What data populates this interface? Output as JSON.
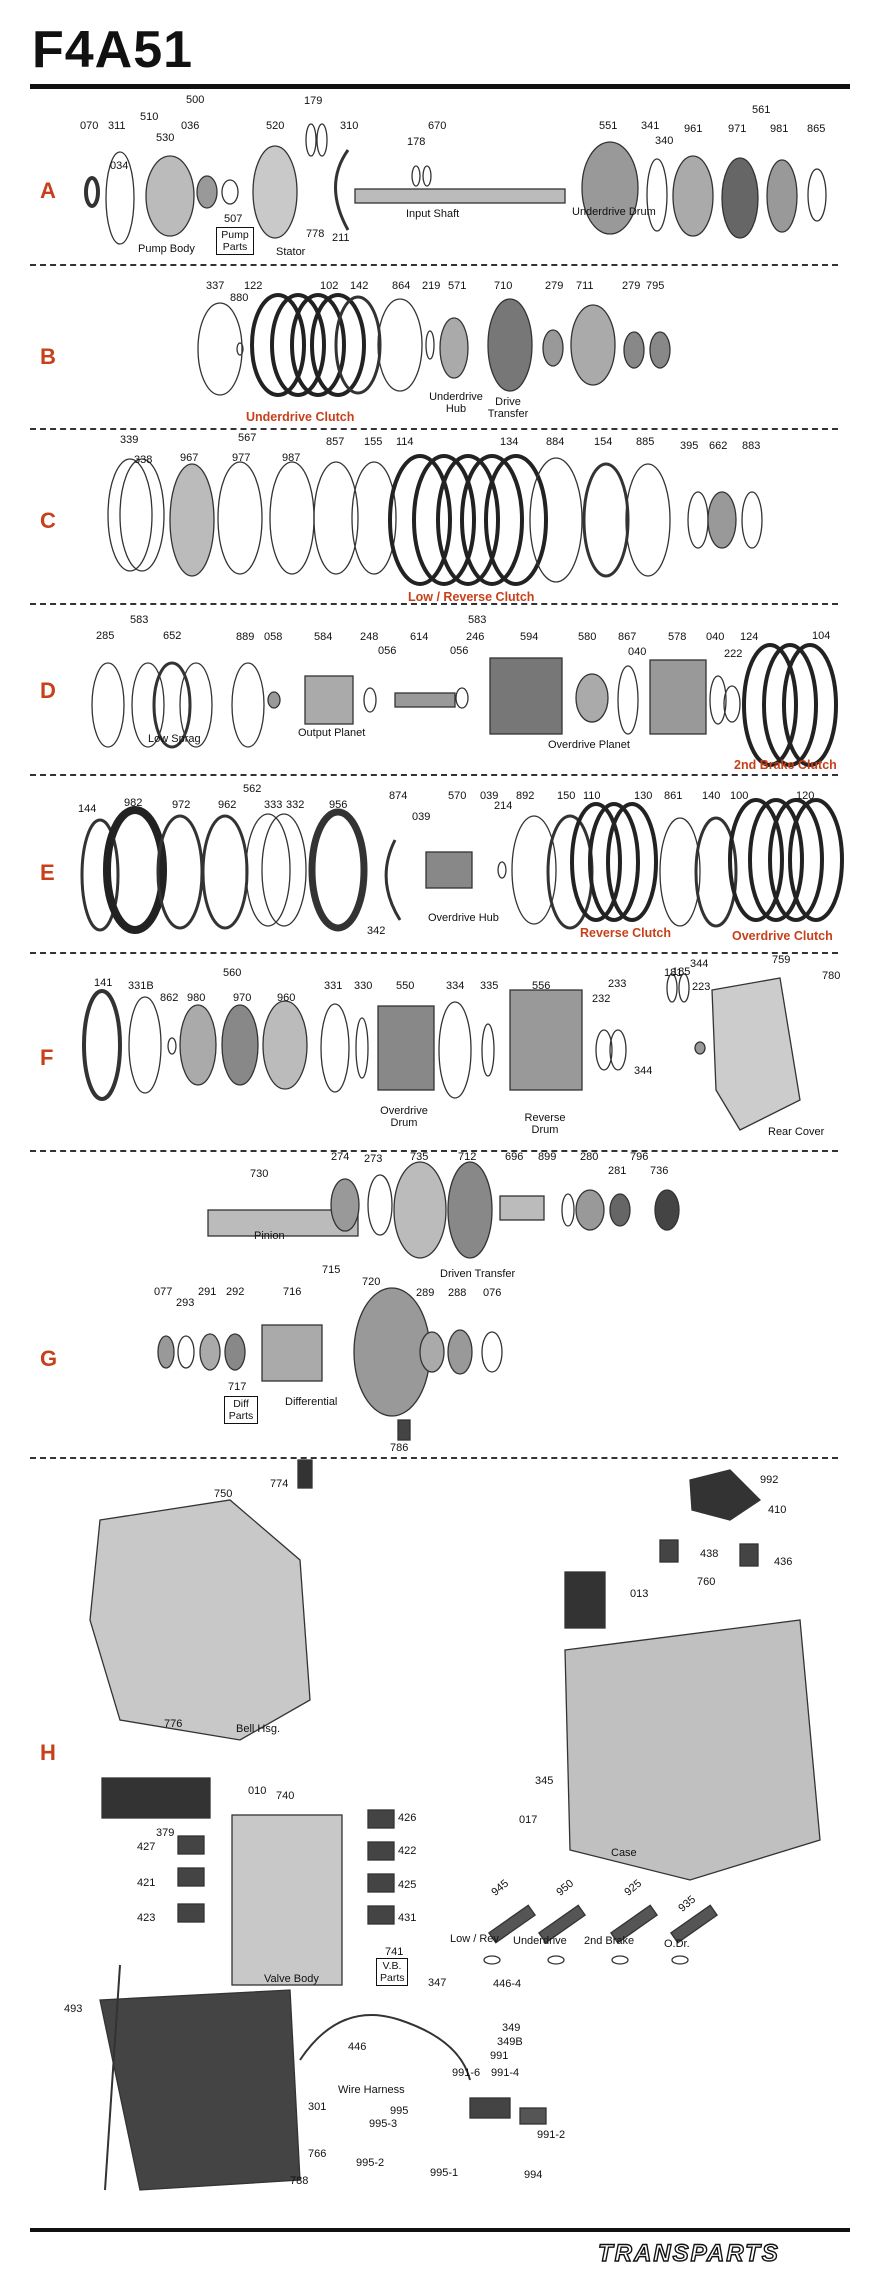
{
  "title": "F4A51",
  "brand": "TRANSPARTS",
  "colors": {
    "accent_red": "#c8401a",
    "ink": "#111111"
  },
  "sections": {
    "A": "A",
    "B": "B",
    "C": "C",
    "D": "D",
    "E": "E",
    "F": "F",
    "G": "G",
    "H": "H"
  },
  "parts": {
    "A": [
      "070",
      "311",
      "500",
      "510",
      "530",
      "036",
      "520",
      "034",
      "507",
      "179",
      "310",
      "670",
      "178",
      "778",
      "211",
      "551",
      "341",
      "340",
      "561",
      "961",
      "971",
      "981",
      "865"
    ],
    "B": [
      "337",
      "880",
      "122",
      "102",
      "142",
      "864",
      "219",
      "571",
      "710",
      "279",
      "711",
      "279",
      "795"
    ],
    "C": [
      "339",
      "338",
      "567",
      "967",
      "977",
      "987",
      "857",
      "155",
      "114",
      "134",
      "884",
      "154",
      "885",
      "395",
      "662",
      "883"
    ],
    "D": [
      "583",
      "285",
      "652",
      "889",
      "058",
      "584",
      "248",
      "056",
      "614",
      "246",
      "056",
      "583",
      "594",
      "580",
      "867",
      "040",
      "578",
      "040",
      "124",
      "222",
      "104"
    ],
    "E": [
      "144",
      "982",
      "972",
      "962",
      "333",
      "332",
      "956",
      "874",
      "039",
      "570",
      "039",
      "214",
      "892",
      "150",
      "110",
      "130",
      "861",
      "140",
      "100",
      "120",
      "342",
      "562"
    ],
    "F": [
      "141",
      "331B",
      "560",
      "862",
      "980",
      "970",
      "960",
      "331",
      "330",
      "550",
      "334",
      "335",
      "556",
      "232",
      "233",
      "185",
      "181",
      "344",
      "223",
      "344",
      "759",
      "780"
    ],
    "G": [
      "730",
      "274",
      "273",
      "735",
      "712",
      "696",
      "899",
      "280",
      "281",
      "796",
      "736",
      "077",
      "293",
      "291",
      "292",
      "715",
      "716",
      "720",
      "289",
      "288",
      "076",
      "717",
      "786"
    ],
    "H": [
      "774",
      "750",
      "776",
      "992",
      "410",
      "438",
      "436",
      "760",
      "013",
      "345",
      "017",
      "010",
      "740",
      "379",
      "427",
      "421",
      "423",
      "426",
      "422",
      "425",
      "431",
      "945",
      "950",
      "925",
      "935",
      "741",
      "347",
      "446-4",
      "349",
      "349B",
      "991",
      "991-6",
      "991-4",
      "991-2",
      "994",
      "995",
      "995-3",
      "995-2",
      "995-1",
      "446",
      "493",
      "301",
      "766",
      "788"
    ]
  },
  "captions": {
    "pump_body": "Pump Body",
    "pump_parts": "Pump Parts",
    "stator": "Stator",
    "input_shaft": "Input Shaft",
    "underdrive_drum": "Underdrive Drum",
    "underdrive_hub": "Underdrive Hub",
    "drive_transfer": "Drive Transfer",
    "low_sprag": "Low Sprag",
    "output_planet": "Output Planet",
    "overdrive_planet": "Overdrive Planet",
    "overdrive_hub": "Overdrive Hub",
    "overdrive_drum": "Overdrive Drum",
    "reverse_drum": "Reverse Drum",
    "rear_cover": "Rear Cover",
    "pinion": "Pinion",
    "driven_transfer": "Driven Transfer",
    "differential": "Differential",
    "diff_parts": "Diff Parts",
    "bell_hsg": "Bell Hsg.",
    "case": "Case",
    "valve_body": "Valve Body",
    "vb_parts": "V.B. Parts",
    "wire_harness": "Wire Harness",
    "low_rev": "Low / Rev",
    "underdrive": "Underdrive",
    "second_brake": "2nd Brake",
    "odr": "O.Dr."
  },
  "clutch_labels": {
    "underdrive_clutch": "Underdrive Clutch",
    "low_reverse_clutch": "Low / Reverse Clutch",
    "second_brake_clutch": "2nd Brake Clutch",
    "reverse_clutch": "Reverse Clutch",
    "overdrive_clutch": "Overdrive Clutch"
  }
}
